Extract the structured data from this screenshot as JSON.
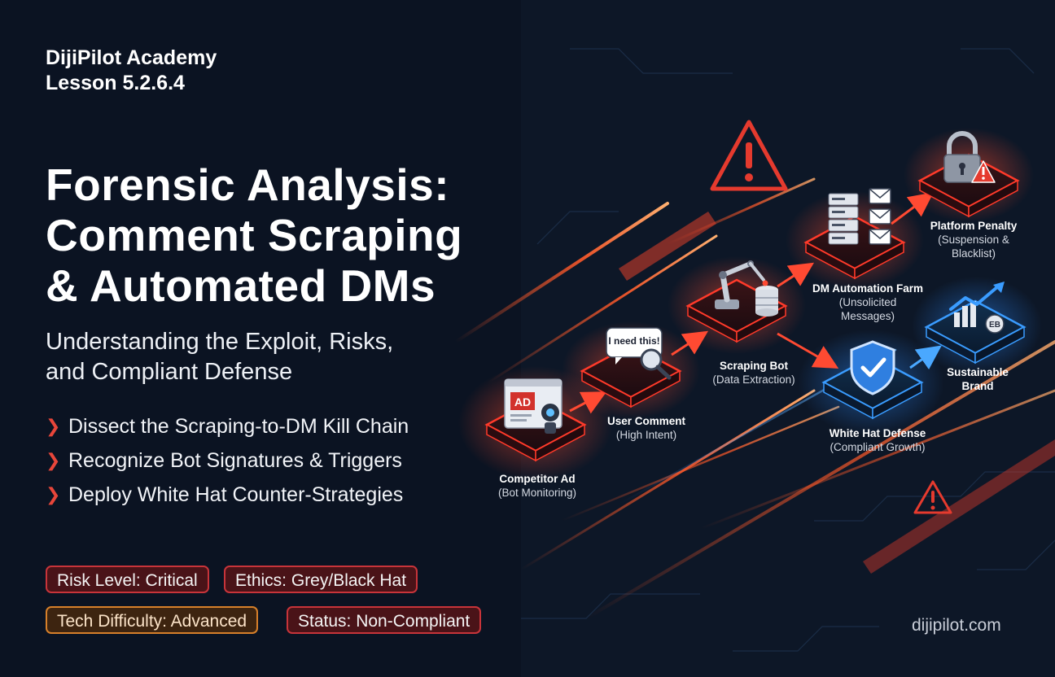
{
  "header": {
    "academy": "DijiPilot Academy",
    "lesson": "Lesson 5.2.6.4"
  },
  "title": {
    "line1": "Forensic Analysis:",
    "line2": "Comment Scraping",
    "line3": "& Automated DMs"
  },
  "subtitle": {
    "line1": "Understanding the Exploit, Risks,",
    "line2": "and Compliant Defense"
  },
  "bullets": [
    "Dissect the Scraping-to-DM Kill Chain",
    "Recognize Bot Signatures & Triggers",
    "Deploy White Hat Counter-Strategies"
  ],
  "badges": [
    {
      "label": "Risk Level: Critical",
      "tone": "red"
    },
    {
      "label": "Ethics: Grey/Black Hat",
      "tone": "red"
    },
    {
      "label": "Tech Difficulty: Advanced",
      "tone": "orange"
    },
    {
      "label": "Status: Non-Compliant",
      "tone": "red"
    }
  ],
  "diagram": {
    "nodes": [
      {
        "id": "competitor-ad",
        "title": "Competitor Ad",
        "sub": "(Bot Monitoring)",
        "icon": "ad-monitor-icon",
        "color": "#e23b30"
      },
      {
        "id": "user-comment",
        "title": "User Comment",
        "sub": "(High Intent)",
        "icon": "comment-search-icon",
        "bubble": "I need this!",
        "color": "#e23b30"
      },
      {
        "id": "scraping-bot",
        "title": "Scraping Bot",
        "sub": "(Data Extraction)",
        "icon": "robot-arm-database-icon",
        "color": "#e23b30"
      },
      {
        "id": "dm-farm",
        "title": "DM Automation Farm",
        "sub1": "(Unsolicited",
        "sub2": "Messages)",
        "icon": "server-envelopes-icon",
        "color": "#e23b30"
      },
      {
        "id": "platform-penalty",
        "title": "Platform Penalty",
        "sub1": "(Suspension &",
        "sub2": "Blacklist)",
        "icon": "padlock-warning-icon",
        "color": "#e23b30"
      },
      {
        "id": "white-hat",
        "title": "White Hat Defense",
        "sub": "(Compliant Growth)",
        "icon": "shield-check-icon",
        "color": "#3a8fe0"
      },
      {
        "id": "sustainable-brand",
        "title": "Sustainable",
        "title2": "Brand",
        "icon": "growth-chart-icon",
        "color": "#3a8fe0"
      }
    ],
    "bubble_text": "I need this!",
    "ad_text": "AD",
    "eb_text": "EB"
  },
  "footer": {
    "site": "dijipilot.com"
  }
}
